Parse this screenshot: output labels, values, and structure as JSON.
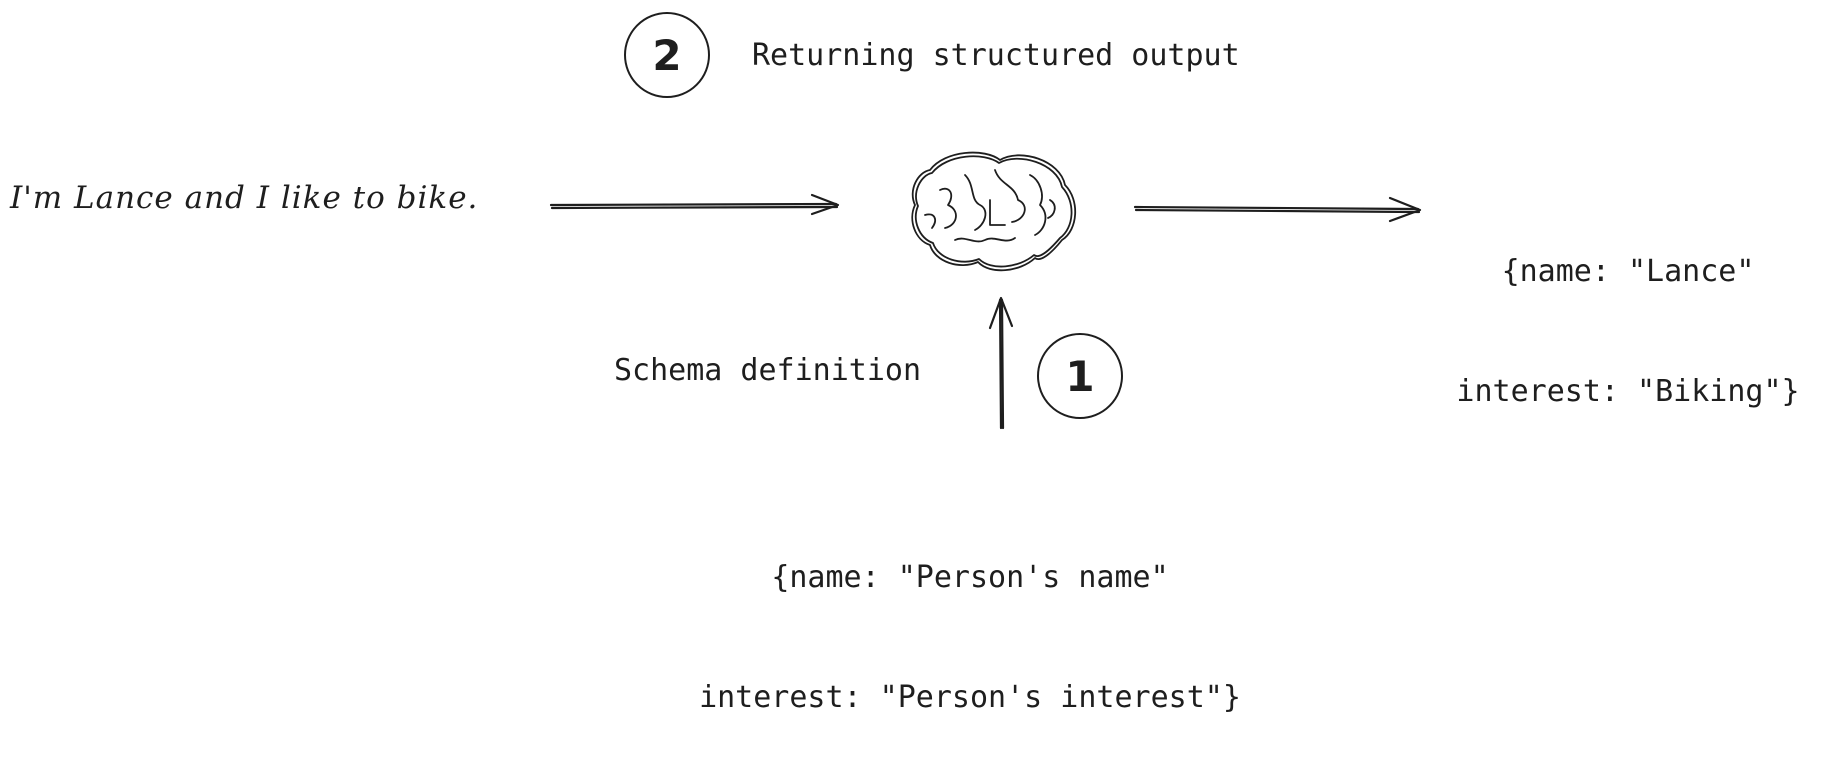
{
  "input": {
    "sentence": "I'm Lance and I like to bike."
  },
  "steps": {
    "step2": {
      "number": "2",
      "label": "Returning structured output"
    },
    "step1": {
      "number": "1",
      "label": "Schema definition"
    }
  },
  "output": {
    "line1": "{name: \"Lance\"",
    "line2": "interest: \"Biking\"}"
  },
  "schema": {
    "line1": "{name: \"Person's name\"",
    "line2": "interest: \"Person's interest\"}"
  },
  "icons": {
    "model": "brain-icon"
  }
}
